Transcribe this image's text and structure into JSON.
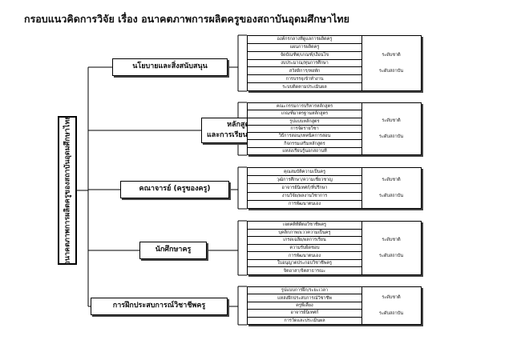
{
  "title": "กรอบแนวคิดการวิจัย เรื่อง อนาคตภาพการผลิตครูของสถาบันอุดมศึกษาไทย",
  "root_label": "อนาคตภาพการผลิตครูของสถาบันอุดมศึกษาไทย",
  "categories": [
    {
      "line1": "นโยบายและสิ่งสนับสนุน",
      "line2": "",
      "items": [
        "องค์กรกลางที่ดูแลการผลิตครู",
        "แผนการผลิตครู",
        "จัดบัณฑิต/เกณฑ์/เงื่อนไข",
        "งบประมาณ/ทุนการศึกษา",
        "สวัสดิการ/ทอพัก",
        "การบรรจุเข้าทำงาน",
        "ระบบติดตามประเมินผล"
      ],
      "levels": [
        "ระดับชาติ",
        "ระดับสถาบัน"
      ]
    },
    {
      "line1": "หลักสูตร",
      "line2": "และการเรียนการสอน",
      "items": [
        "คณะกรรมการบริหารหลักสูตร",
        "เกณฑ์มาตรฐานหลักสูตร",
        "รูปแบบหลักสูตร",
        "การจัดรายวิชา",
        "วิธีการสอน/เทคนิคการสอน",
        "กิจกรรมเสริมหลักสูตร",
        "แหล่งเรียนรู้นอกสถานที่"
      ],
      "levels": [
        "ระดับชาติ",
        "ระดับสถาบัน"
      ]
    },
    {
      "line1": "คณาจารย์ (ครูของครู)",
      "line2": "",
      "items": [
        "คุณสมบัติความเป็นครู",
        "วุฒิการศึกษา/ความเชี่ยวชาญ",
        "อาจารย์นิเทศก์/ที่ปรึกษา",
        "งานวิจัย/ผลงานวิชาการ",
        "การพัฒนาตนเอง"
      ],
      "levels": [
        "ระดับชาติ",
        "ระดับสถาบัน"
      ]
    },
    {
      "line1": "นักศึกษาครู",
      "line2": "",
      "items": [
        "เจตคติที่ดีต่อวิชาชีพครู",
        "บุคลิกภาพ/แววความเป็นครู",
        "เกรดเฉลี่ย/ผลการเรียน",
        "ความรับผิดชอบ",
        "การพัฒนาตนเอง",
        "ใบอนุญาตประกอบวิชาชีพครู",
        "จิตอาสา/จิตสาธารณะ"
      ],
      "levels": [
        "ระดับชาติ",
        "ระดับสถาบัน"
      ]
    },
    {
      "line1": "การฝึกประสบการณ์วิชาชีพครู",
      "line2": "",
      "items": [
        "รูปแบบการฝึก/ระยะเวลา",
        "แหล่งฝึกประสบการณ์วิชาชีพ",
        "ครูพี่เลี้ยง",
        "อาจารย์นิเทศก์",
        "การวัดและประเมินผล"
      ],
      "levels": [
        "ระดับชาติ",
        "ระดับสถาบัน"
      ]
    }
  ]
}
